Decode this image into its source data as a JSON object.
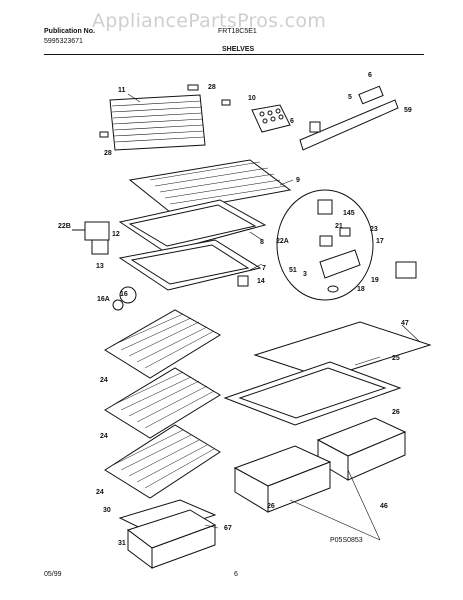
{
  "watermark": "AppliancePartsPros.com",
  "header": {
    "publication_label": "Publication No.",
    "publication_number": "5995323671",
    "model": "FRT18C5E1",
    "section": "SHELVES"
  },
  "footer": {
    "date": "05/99",
    "page": "6",
    "code": "P05S0853"
  },
  "callouts": [
    "11",
    "28",
    "28",
    "10",
    "6",
    "5",
    "6",
    "59",
    "9",
    "22B",
    "12",
    "13",
    "8",
    "7",
    "145",
    "23",
    "22A",
    "21",
    "17",
    "51",
    "3",
    "19",
    "14",
    "16",
    "16A",
    "18",
    "47",
    "25",
    "24",
    "24",
    "26",
    "24",
    "30",
    "67",
    "31",
    "26",
    "46"
  ],
  "colors": {
    "ink": "#111111",
    "watermark": "#cfcfcf",
    "background": "#ffffff"
  }
}
